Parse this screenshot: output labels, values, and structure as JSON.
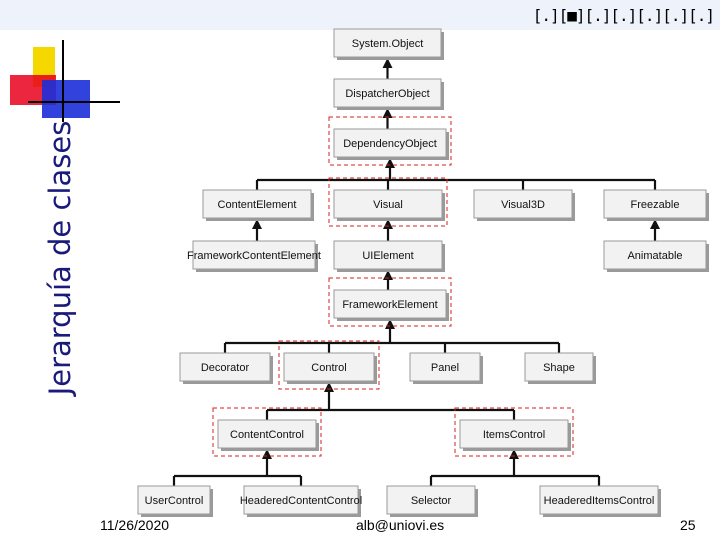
{
  "header": {
    "marks": "[.][■][.][.][.][.][.]"
  },
  "slide": {
    "title": "Jerarquía de clases",
    "date": "11/26/2020",
    "email": "alb@uniovi.es",
    "page": "25"
  },
  "colors": {
    "highlight": "#d62020",
    "title": "#1a1a7a",
    "logo_yellow": "#f5d800",
    "logo_red": "#e8001c",
    "logo_blue": "#1c2fd9"
  },
  "diagram": {
    "nodes": [
      {
        "id": "SystemObject",
        "label": "System.Object",
        "highlighted": false
      },
      {
        "id": "DispatcherObject",
        "label": "DispatcherObject",
        "highlighted": false
      },
      {
        "id": "DependencyObject",
        "label": "DependencyObject",
        "highlighted": true
      },
      {
        "id": "ContentElement",
        "label": "ContentElement",
        "highlighted": false
      },
      {
        "id": "Visual",
        "label": "Visual",
        "highlighted": true
      },
      {
        "id": "Visual3D",
        "label": "Visual3D",
        "highlighted": false
      },
      {
        "id": "Freezable",
        "label": "Freezable",
        "highlighted": false
      },
      {
        "id": "FrameworkContentElement",
        "label": "FrameworkContentElement",
        "highlighted": false
      },
      {
        "id": "UIElement",
        "label": "UIElement",
        "highlighted": false
      },
      {
        "id": "Animatable",
        "label": "Animatable",
        "highlighted": false
      },
      {
        "id": "FrameworkElement",
        "label": "FrameworkElement",
        "highlighted": true
      },
      {
        "id": "Decorator",
        "label": "Decorator",
        "highlighted": false
      },
      {
        "id": "Control",
        "label": "Control",
        "highlighted": true
      },
      {
        "id": "Panel",
        "label": "Panel",
        "highlighted": false
      },
      {
        "id": "Shape",
        "label": "Shape",
        "highlighted": false
      },
      {
        "id": "ContentControl",
        "label": "ContentControl",
        "highlighted": true
      },
      {
        "id": "ItemsControl",
        "label": "ItemsControl",
        "highlighted": true
      },
      {
        "id": "UserControl",
        "label": "UserControl",
        "highlighted": false
      },
      {
        "id": "HeaderedContentControl",
        "label": "HeaderedContentControl",
        "highlighted": false
      },
      {
        "id": "Selector",
        "label": "Selector",
        "highlighted": false
      },
      {
        "id": "HeaderedItemsControl",
        "label": "HeaderedItemsControl",
        "highlighted": false
      }
    ],
    "edges": [
      {
        "from": "DispatcherObject",
        "to": "SystemObject"
      },
      {
        "from": "DependencyObject",
        "to": "DispatcherObject"
      },
      {
        "from": "ContentElement",
        "to": "DependencyObject"
      },
      {
        "from": "Visual",
        "to": "DependencyObject"
      },
      {
        "from": "Visual3D",
        "to": "DependencyObject"
      },
      {
        "from": "Freezable",
        "to": "DependencyObject"
      },
      {
        "from": "FrameworkContentElement",
        "to": "ContentElement"
      },
      {
        "from": "UIElement",
        "to": "Visual"
      },
      {
        "from": "Animatable",
        "to": "Freezable"
      },
      {
        "from": "FrameworkElement",
        "to": "UIElement"
      },
      {
        "from": "Decorator",
        "to": "FrameworkElement"
      },
      {
        "from": "Control",
        "to": "FrameworkElement"
      },
      {
        "from": "Panel",
        "to": "FrameworkElement"
      },
      {
        "from": "Shape",
        "to": "FrameworkElement"
      },
      {
        "from": "ContentControl",
        "to": "Control"
      },
      {
        "from": "ItemsControl",
        "to": "Control"
      },
      {
        "from": "UserControl",
        "to": "ContentControl"
      },
      {
        "from": "HeaderedContentControl",
        "to": "ContentControl"
      },
      {
        "from": "Selector",
        "to": "ItemsControl"
      },
      {
        "from": "HeaderedItemsControl",
        "to": "ItemsControl"
      }
    ]
  }
}
